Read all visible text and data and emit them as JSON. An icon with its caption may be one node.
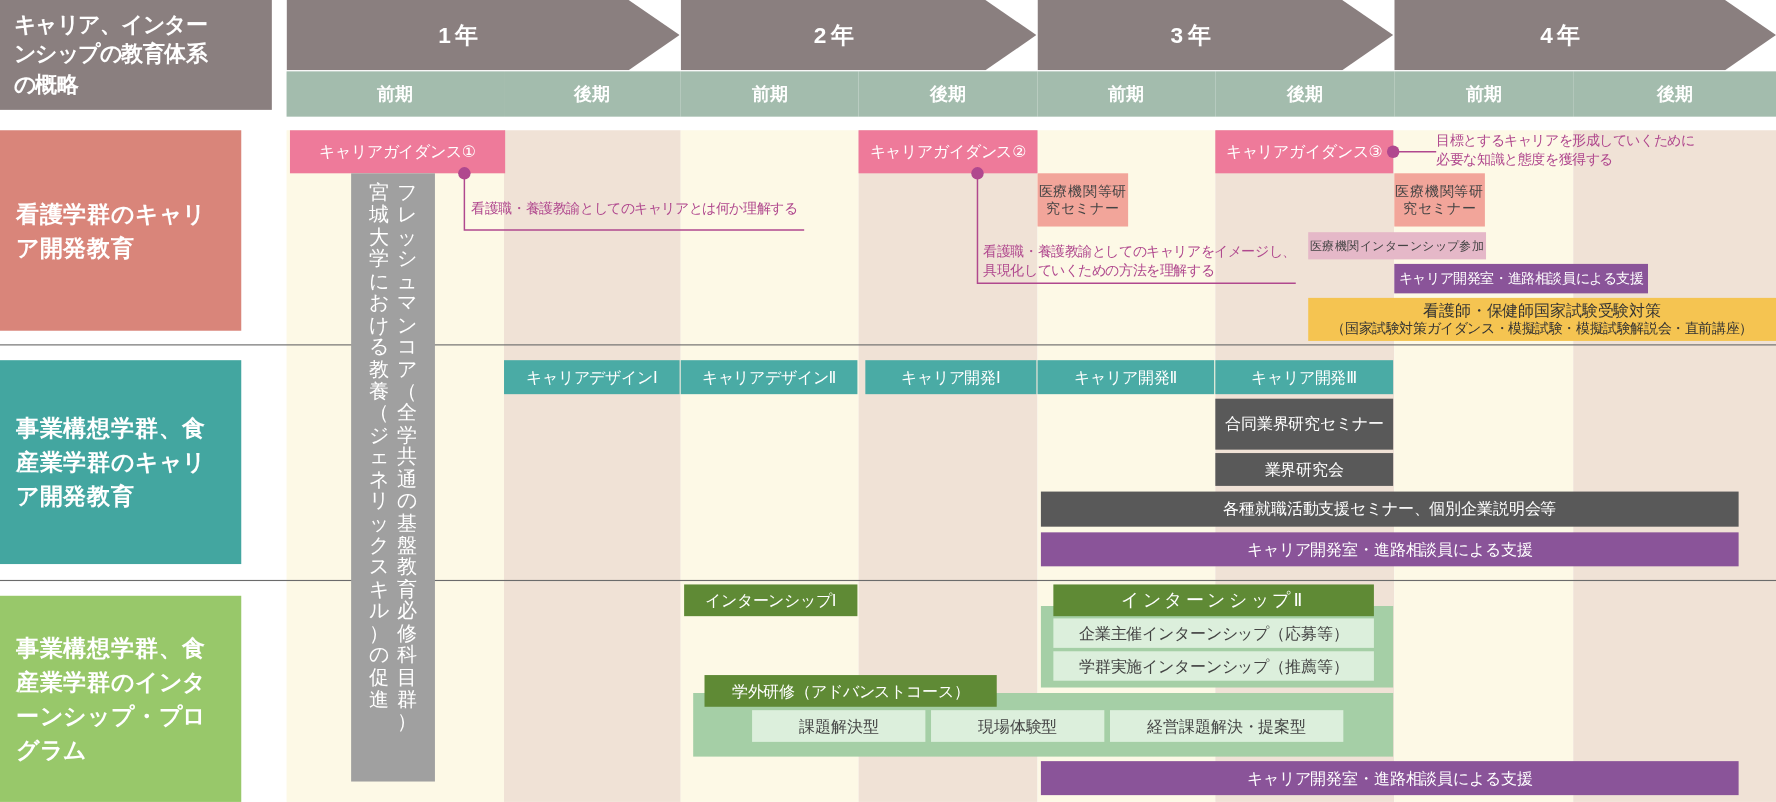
{
  "diagram": {
    "title": "キャリア、インターンシップの教育体系の概略",
    "nodes": [
      {
        "text": [
          "1年"
        ]
      },
      {
        "text": [
          "2年"
        ]
      },
      {
        "text": [
          "3年"
        ]
      },
      {
        "text": [
          "4年"
        ]
      },
      {
        "text": [
          "前期"
        ]
      },
      {
        "text": [
          "後期"
        ]
      },
      {
        "text": [
          "前期"
        ]
      },
      {
        "text": [
          "後期"
        ]
      },
      {
        "text": [
          "前期"
        ]
      },
      {
        "text": [
          "後期"
        ]
      },
      {
        "text": [
          "前期"
        ]
      },
      {
        "text": [
          "後期"
        ]
      },
      {
        "text": [
          "看護学群のキャリア開発教育"
        ]
      },
      {
        "text": [
          "キャリアガイダンス①"
        ]
      },
      {
        "text": [
          "看護職・養護教諭としてのキャリアとは何か理解する"
        ]
      },
      {
        "text": [
          "キャリアガイダンス②"
        ]
      },
      {
        "text": [
          "医療機関等研究セミナー"
        ]
      },
      {
        "text": [
          "看護職・養護教諭としてのキャリアをイメージし、具現化していくための方法を理解する"
        ]
      },
      {
        "text": [
          "キャリアガイダンス③"
        ]
      },
      {
        "text": [
          "目標とするキャリアを形成していくために必要な知識と態度を獲得する"
        ]
      },
      {
        "text": [
          "医療機関等研究セミナー"
        ]
      },
      {
        "text": [
          "医療機関インターンシップ参加"
        ]
      },
      {
        "text": [
          "キャリア開発室・進路相談員による支援"
        ]
      },
      {
        "text": [
          "看護師・保健師国家試験受験対策",
          "（国家試験対策ガイダンス・模擬試験・模擬試験解説会・直前講座）"
        ]
      },
      {
        "text": [
          "宮城大学における教養（ジェネリックスキル）の促進",
          "フレッシュマンコア（全学共通の基盤教育必修科目群）"
        ]
      },
      {
        "text": [
          "事業構想学群、食産業学群のキャリア開発教育"
        ]
      },
      {
        "text": [
          "キャリアデザインⅠ"
        ]
      },
      {
        "text": [
          "キャリアデザインⅡ"
        ]
      },
      {
        "text": [
          "キャリア開発Ⅰ"
        ]
      },
      {
        "text": [
          "キャリア開発Ⅱ"
        ]
      },
      {
        "text": [
          "キャリア開発Ⅲ"
        ]
      },
      {
        "text": [
          "合同業界研究セミナー"
        ]
      },
      {
        "text": [
          "業界研究会"
        ]
      },
      {
        "text": [
          "各種就職活動支援セミナー、個別企業説明会等"
        ]
      },
      {
        "text": [
          "キャリア開発室・進路相談員による支援"
        ]
      },
      {
        "text": [
          "事業構想学群、食産業学群のインターンシップ・プログラム"
        ]
      },
      {
        "text": [
          "インターンシップⅠ"
        ]
      },
      {
        "text": [
          "インターンシップⅡ"
        ]
      },
      {
        "text": [
          "企業主催インターンシップ（応募等）"
        ],
        "in": 37
      },
      {
        "text": [
          "学群実施インターンシップ（推薦等）"
        ],
        "in": 37
      },
      {
        "text": [
          "学外研修（アドバンストコース）"
        ]
      },
      {
        "text": [
          "課題解決型"
        ],
        "in": 40
      },
      {
        "text": [
          "現場体験型"
        ],
        "in": 40
      },
      {
        "text": [
          "経営課題解決・提案型"
        ],
        "in": 40
      },
      {
        "text": [
          "キャリア開発室・進路相談員による支援"
        ]
      }
    ],
    "edges": [
      {
        "from": 13,
        "to": 14,
        "arrow": "other"
      },
      {
        "from": 15,
        "to": 17,
        "arrow": "other"
      },
      {
        "from": 18,
        "to": 19,
        "arrow": "other"
      }
    ]
  }
}
